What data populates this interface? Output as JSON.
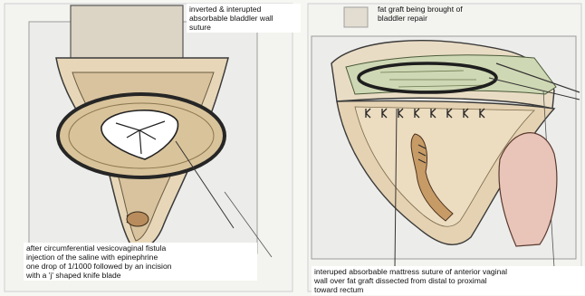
{
  "labels": {
    "top_left": "inverted & interupted\nabsorbable bladdler wall\nsuture",
    "top_right": "fat graft being brought of\nbladdler repair",
    "bottom_left": "after circumferential vesicovaginal fistula\ninjection of the saline with epinephrine\none drop of 1/1000 followed by an incision\nwith a 'j' shaped knife blade",
    "bottom_right": "interuped absorbable mattress suture of anterior vaginal\nwall over fat graft dissected from distal to proximal\ntoward rectum"
  },
  "colors": {
    "page": "#f6f6f3",
    "panel": "#ececea",
    "tissue_tan": "#e7d7b8",
    "tissue_brown": "#caa06a",
    "tissue_pink": "#e9c4b8",
    "tissue_green": "#cfd8b4",
    "outline": "#3a3a3a",
    "ring": "#2a2a2a"
  }
}
